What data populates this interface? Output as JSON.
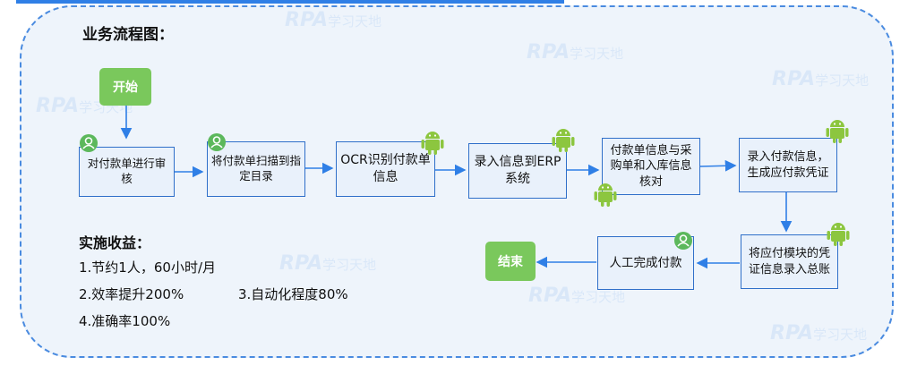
{
  "titles": {
    "flow": "业务流程图：",
    "benefits": "实施收益："
  },
  "nodes": {
    "start": "开始",
    "end": "结束",
    "b1": "对付款单进行审核",
    "b2": "将付款单扫描到指定目录",
    "b3": "OCR识别付款单信息",
    "b4": "录入信息到ERP系统",
    "b5": "付款单信息与采购单和入库信息核对",
    "b6": "录入付款信息，生成应付款凭证",
    "b7": "将应付模块的凭证信息录入总账",
    "b8": "人工完成付款"
  },
  "benefits": {
    "item1": "1.节约1人，60小时/月",
    "item2": "2.效率提升200%",
    "item3": "3.自动化程度80%",
    "item4": "4.准确率100%"
  },
  "watermark": {
    "brand": "RPA",
    "text": "学习天地"
  },
  "colors": {
    "accent": "#2f7fe6",
    "node_fill": "#7ac85c",
    "android_icon": "#8cc63f",
    "person_icon": "#5cb85c"
  },
  "icons": {
    "robot_icon": "android-robot-icon",
    "manual_icon": "person-icon"
  }
}
